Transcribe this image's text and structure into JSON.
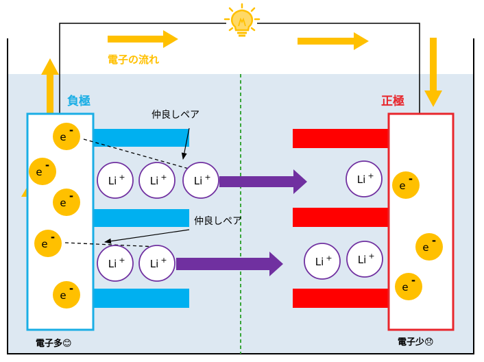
{
  "flow_label": "電子の流れ",
  "negative": {
    "label": "負極",
    "caption": "電子多😊"
  },
  "positive": {
    "label": "正極",
    "caption": "電子少😞"
  },
  "pair_labels": [
    "仲良しペア",
    "仲良しペア"
  ],
  "electron_label": "e",
  "electron_charge": "-",
  "ion_label": "Li",
  "ion_charge": "+",
  "colors": {
    "electrolyte": "#dde8f2",
    "negative_border": "#1aaee5",
    "negative_plate": "#00b0f0",
    "positive_border": "#e8262c",
    "positive_plate": "#ff0000",
    "electron": "#ffc000",
    "arrow_orange": "#ffc000",
    "ion_border": "#7030a0",
    "ion_arrow": "#7030a0",
    "separator": "#3aa63a",
    "bulb": "#ffd966"
  }
}
